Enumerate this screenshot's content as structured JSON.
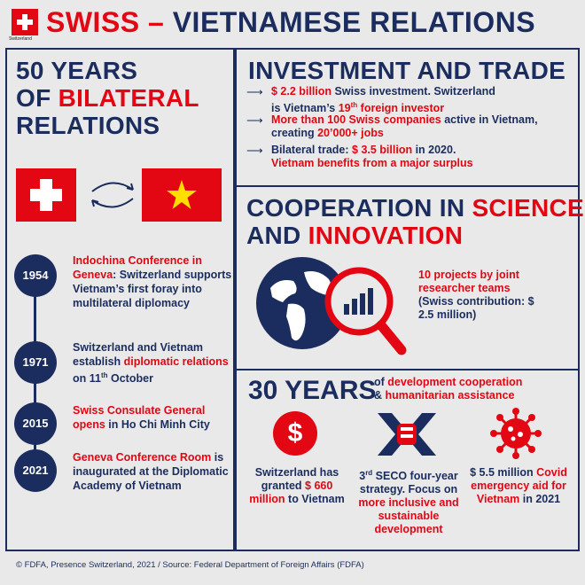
{
  "header": {
    "logo_caption": "Switzerland",
    "title_part1": "SWISS – ",
    "title_part2": "VIETNAMESE RELATIONS"
  },
  "left": {
    "heading_line1": "50 YEARS",
    "heading_of": "OF ",
    "heading_bilateral": "BILATERAL",
    "heading_line3": "RELATIONS",
    "timeline": [
      {
        "year": "1954",
        "red": "Indochina Conference in Geneva",
        "text": ": Switzerland supports Vietnam’s first foray into multilateral diplomacy"
      },
      {
        "year": "1971",
        "text_a": "Switzerland and Vietnam establish ",
        "red": "diplomatic relations",
        "text_b": " on 11",
        "sup": "th",
        "text_c": " October"
      },
      {
        "year": "2015",
        "red": "Swiss Consulate General opens",
        "text": " in Ho Chi Minh City"
      },
      {
        "year": "2021",
        "red": "Geneva Conference Room",
        "text": " is inaugurated at the Diplomatic Academy of Vietnam"
      }
    ]
  },
  "investment": {
    "heading": "INVESTMENT AND TRADE",
    "items": [
      {
        "red": "$ 2.2 billion",
        "line1_rest": " Swiss investment. Switzerland",
        "line2_a": "is Vietnam’s ",
        "line2_red": "19",
        "sup": "th",
        "line2_red2": " foreign investor"
      },
      {
        "red": "More than 100 Swiss companies",
        "line1_rest": " active in Vietnam,",
        "line2_a": "creating ",
        "line2_red": "20’000+ jobs"
      },
      {
        "line1_a": "Bilateral trade: ",
        "red": "$ 3.5 billion",
        "line1_rest": " in 2020.",
        "line2_red": "Vietnam benefits from a major surplus"
      }
    ]
  },
  "science": {
    "heading_a": "COOPERATION IN ",
    "heading_red1": "SCIENCE",
    "heading_b": "AND ",
    "heading_red2": "INNOVATION",
    "text_red": "10 projects by joint researcher teams",
    "text_rest": "(Swiss contribution: $ 2.5 million)"
  },
  "dev": {
    "big": "30 YEARS",
    "line1_a": "of ",
    "line1_red": "development cooperation",
    "line2_a": "& ",
    "line2_red": "humanitarian assistance",
    "col1_a": "Switzerland has granted ",
    "col1_red": "$ 660 million",
    "col1_b": " to Vietnam",
    "col2_sup_base": "3",
    "col2_sup": "rd",
    "col2_a": " SECO four-year strategy. Focus on ",
    "col2_red": "more inclusive and sustainable development",
    "col3_a": "$ 5.5 million ",
    "col3_red": "Covid emergency aid for Vietnam",
    "col3_b": " in 2021"
  },
  "footer": "© FDFA, Presence Switzerland, 2021 / Source: Federal Department of Foreign Affairs (FDFA)",
  "colors": {
    "navy": "#1b2d5e",
    "red": "#e30613",
    "bg": "#e9e9e9"
  }
}
